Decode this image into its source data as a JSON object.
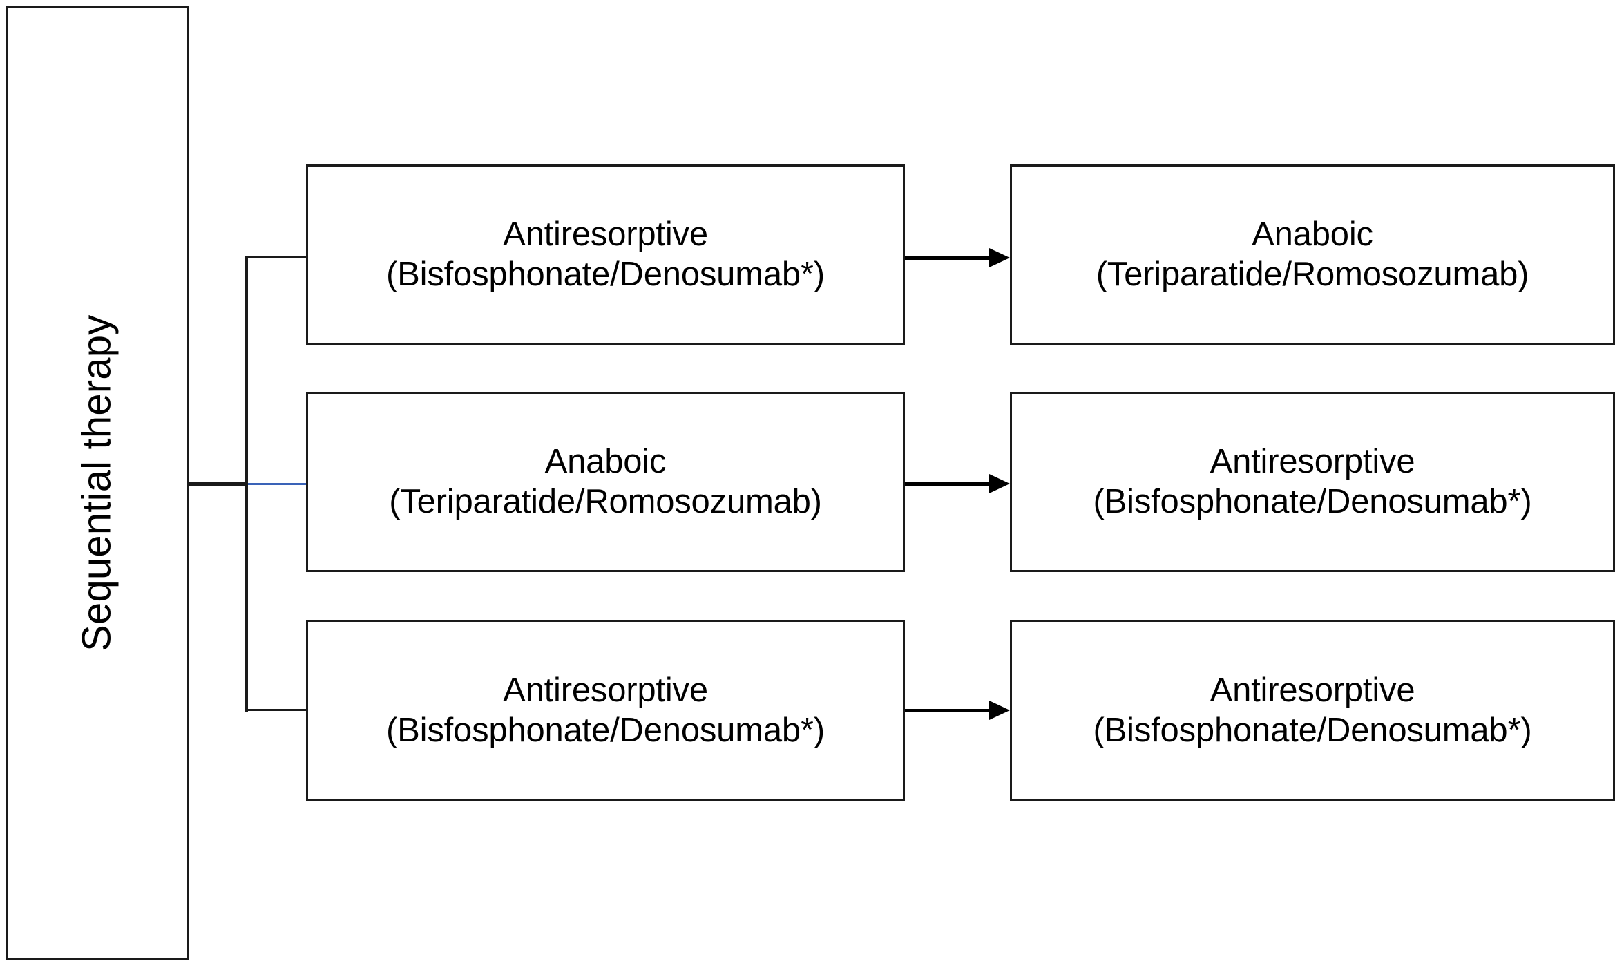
{
  "diagram": {
    "title": "Sequential therapy",
    "root": {
      "label": "Sequential therapy",
      "orientation": "vertical-bottom-to-top"
    },
    "colors": {
      "box_border": "#1a1a1a",
      "connector": "#1a1a1a",
      "connector_accent": "#3a63b8",
      "arrow": "#000000",
      "text": "#000000",
      "background": "#ffffff"
    },
    "pathways": [
      {
        "id": "pathway-1",
        "first": {
          "line1": "Antiresorptive",
          "line2": "(Bisfosphonate/Denosumab*)"
        },
        "second": {
          "line1": "Anaboic",
          "line2": "(Teriparatide/Romosozumab)"
        }
      },
      {
        "id": "pathway-2",
        "first": {
          "line1": "Anaboic",
          "line2": "(Teriparatide/Romosozumab)"
        },
        "second": {
          "line1": "Antiresorptive",
          "line2": "(Bisfosphonate/Denosumab*)"
        }
      },
      {
        "id": "pathway-3",
        "first": {
          "line1": "Antiresorptive",
          "line2": "(Bisfosphonate/Denosumab*)"
        },
        "second": {
          "line1": "Antiresorptive",
          "line2": "(Bisfosphonate/Denosumab*)"
        }
      }
    ]
  }
}
